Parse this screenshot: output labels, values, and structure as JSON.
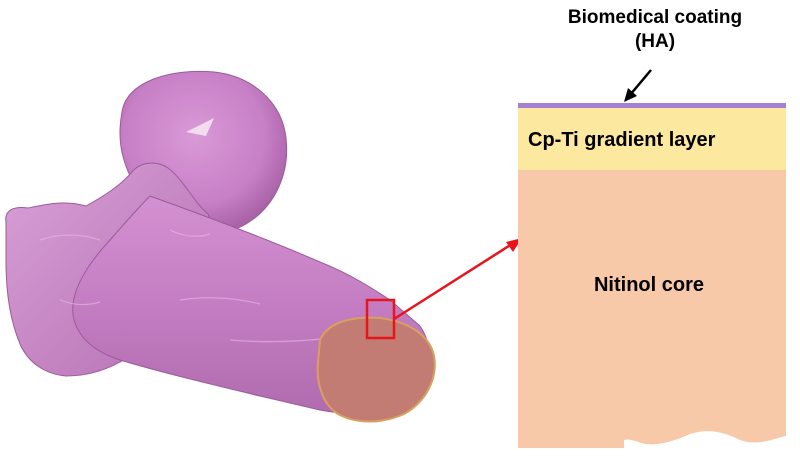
{
  "labels": {
    "coating_line1": "Biomedical coating",
    "coating_line2": "(HA)",
    "gradient_layer": "Cp-Ti gradient layer",
    "core": "Nitinol core"
  },
  "colors": {
    "bone": "#cc86cc",
    "bone_dark": "#a95fa8",
    "bone_highlight": "#e6b5e4",
    "cross_section": "#c27c74",
    "cross_section_edge": "#d8a060",
    "coating_ha": "#a57fd0",
    "gradient_layer": "#fde8a0",
    "nitinol_core": "#f8c9a8",
    "callout": "#e8141b",
    "arrow": "#000000"
  }
}
